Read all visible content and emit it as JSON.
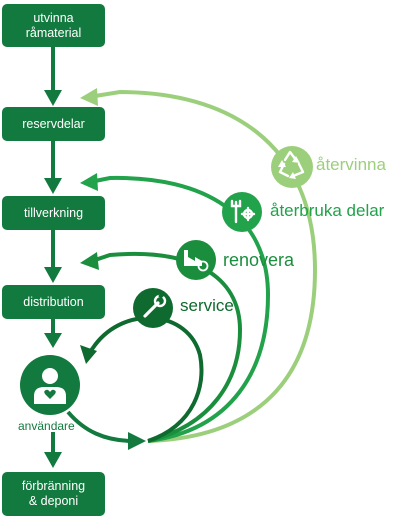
{
  "stages": {
    "raw": "utvinna\nråmaterial",
    "parts": "reservdelar",
    "manufacturing": "tillverkning",
    "distribution": "distribution",
    "user": "användare",
    "disposal": "förbränning\n& deponi"
  },
  "loops": {
    "recycle": "återvinna",
    "reuse_parts": "återbruka delar",
    "refurbish": "renovera",
    "service": "service"
  },
  "icons": {
    "recycle": "recycle-icon",
    "reuse_parts": "tools-icon",
    "refurbish": "factory-icon",
    "service": "wrench-icon",
    "user": "user-heart-icon"
  },
  "colors": {
    "box": "#127a3e",
    "recycle": "#9ccf7c",
    "reuse_parts": "#22a24a",
    "refurbish": "#1b8e3e",
    "service": "#0e6a2e",
    "main_flow": "#127a3e"
  }
}
